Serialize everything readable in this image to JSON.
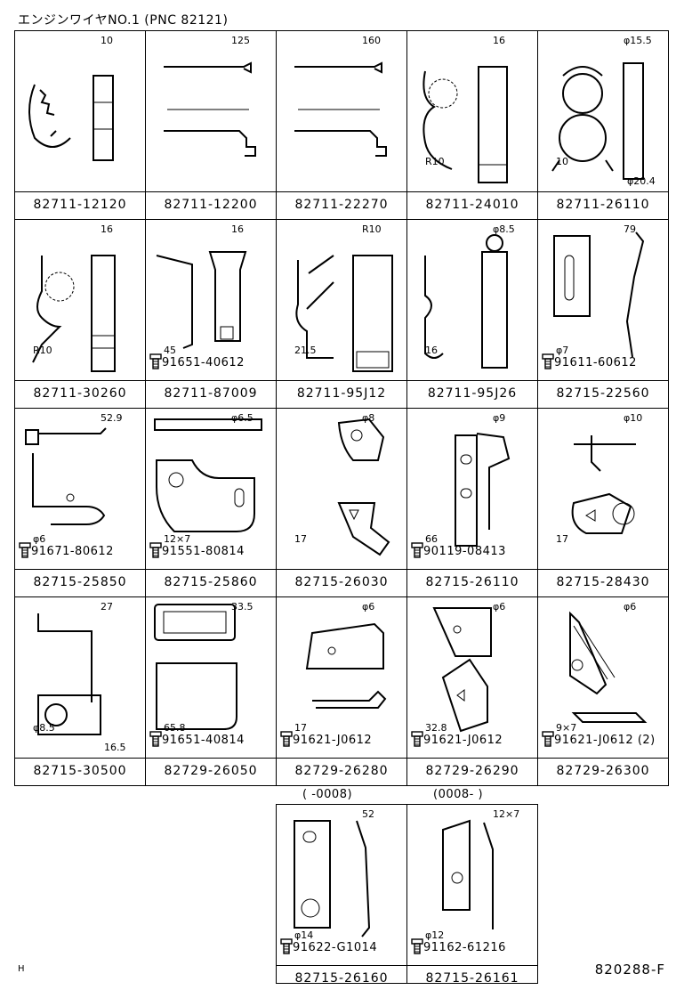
{
  "title": "エンジンワイヤNO.1 (PNC 82121)",
  "footer_left": "H",
  "footer_right": "820288-F",
  "rows": [
    {
      "parts": [
        {
          "pn": "82711-12120",
          "dims": [
            "10"
          ],
          "bolt": ""
        },
        {
          "pn": "82711-12200",
          "dims": [
            "125"
          ],
          "bolt": ""
        },
        {
          "pn": "82711-22270",
          "dims": [
            "160"
          ],
          "bolt": ""
        },
        {
          "pn": "82711-24010",
          "dims": [
            "16",
            "R10"
          ],
          "bolt": ""
        },
        {
          "pn": "82711-26110",
          "dims": [
            "φ15.5",
            "10",
            "φ20.4"
          ],
          "bolt": ""
        }
      ]
    },
    {
      "parts": [
        {
          "pn": "82711-30260",
          "dims": [
            "16",
            "R10"
          ],
          "bolt": ""
        },
        {
          "pn": "82711-87009",
          "dims": [
            "16",
            "45"
          ],
          "bolt": "91651-40612"
        },
        {
          "pn": "82711-95J12",
          "dims": [
            "R10",
            "21.5"
          ],
          "bolt": ""
        },
        {
          "pn": "82711-95J26",
          "dims": [
            "φ8.5",
            "16"
          ],
          "bolt": ""
        },
        {
          "pn": "82715-22560",
          "dims": [
            "79",
            "φ7"
          ],
          "bolt": "91611-60612"
        }
      ]
    },
    {
      "parts": [
        {
          "pn": "82715-25850",
          "dims": [
            "52.9",
            "φ6"
          ],
          "bolt": "91671-80612"
        },
        {
          "pn": "82715-25860",
          "dims": [
            "φ6.5",
            "12×7"
          ],
          "bolt": "91551-80814"
        },
        {
          "pn": "82715-26030",
          "dims": [
            "φ8",
            "17"
          ],
          "bolt": ""
        },
        {
          "pn": "82715-26110",
          "dims": [
            "φ9",
            "66"
          ],
          "bolt": "90119-08413"
        },
        {
          "pn": "82715-28430",
          "dims": [
            "φ10",
            "17"
          ],
          "bolt": ""
        }
      ]
    },
    {
      "parts": [
        {
          "pn": "82715-30500",
          "dims": [
            "27",
            "φ8.5",
            "16.5"
          ],
          "bolt": ""
        },
        {
          "pn": "82729-26050",
          "dims": [
            "33.5",
            "65.8"
          ],
          "bolt": "91651-40814"
        },
        {
          "pn": "82729-26280",
          "dims": [
            "φ6",
            "17"
          ],
          "bolt": "91621-J0612"
        },
        {
          "pn": "82729-26290",
          "dims": [
            "φ6",
            "32.8"
          ],
          "bolt": "91621-J0612"
        },
        {
          "pn": "82729-26300",
          "dims": [
            "φ6",
            "9×7"
          ],
          "bolt": "91621-J0612 (2)"
        }
      ]
    }
  ],
  "extra": [
    {
      "date": "(    -0008)",
      "pn": "82715-26160",
      "dims": [
        "52",
        "φ14"
      ],
      "bolt": "91622-G1014"
    },
    {
      "date": "(0008-     )",
      "pn": "82715-26161",
      "dims": [
        "12×7",
        "φ12"
      ],
      "bolt": "91162-61216"
    }
  ]
}
